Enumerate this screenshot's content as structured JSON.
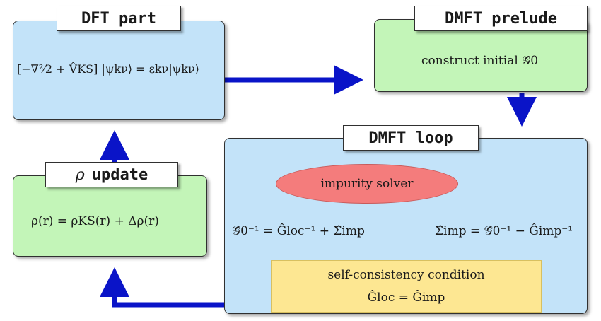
{
  "dft": {
    "tab": "DFT part",
    "equation": "[−∇²⁄2 + V̂KS] |ψkν⟩ = εkν|ψkν⟩"
  },
  "prelude": {
    "tab": "DMFT prelude",
    "text": "construct initial 𝒢̂0"
  },
  "loop": {
    "tab": "DMFT loop",
    "solver": "impurity solver",
    "left_equation": "𝒢̂0⁻¹ = Ĝloc⁻¹ + Σ̂imp",
    "right_equation": "Σ̂imp = 𝒢̂0⁻¹ − Ĝimp⁻¹",
    "sc_title": "self-consistency condition",
    "sc_equation": "Ĝloc = Ĝimp"
  },
  "rho": {
    "tab_symbol": "ρ",
    "tab_word": "update",
    "equation": "ρ(r) = ρKS(r) + Δρ(r)"
  },
  "colors": {
    "arrow": "#0a14c8",
    "blue_box": "#c3e3f9",
    "green_box": "#c3f5b8",
    "solver_ellipse": "#f47c7c",
    "sc_box": "#fde792"
  }
}
